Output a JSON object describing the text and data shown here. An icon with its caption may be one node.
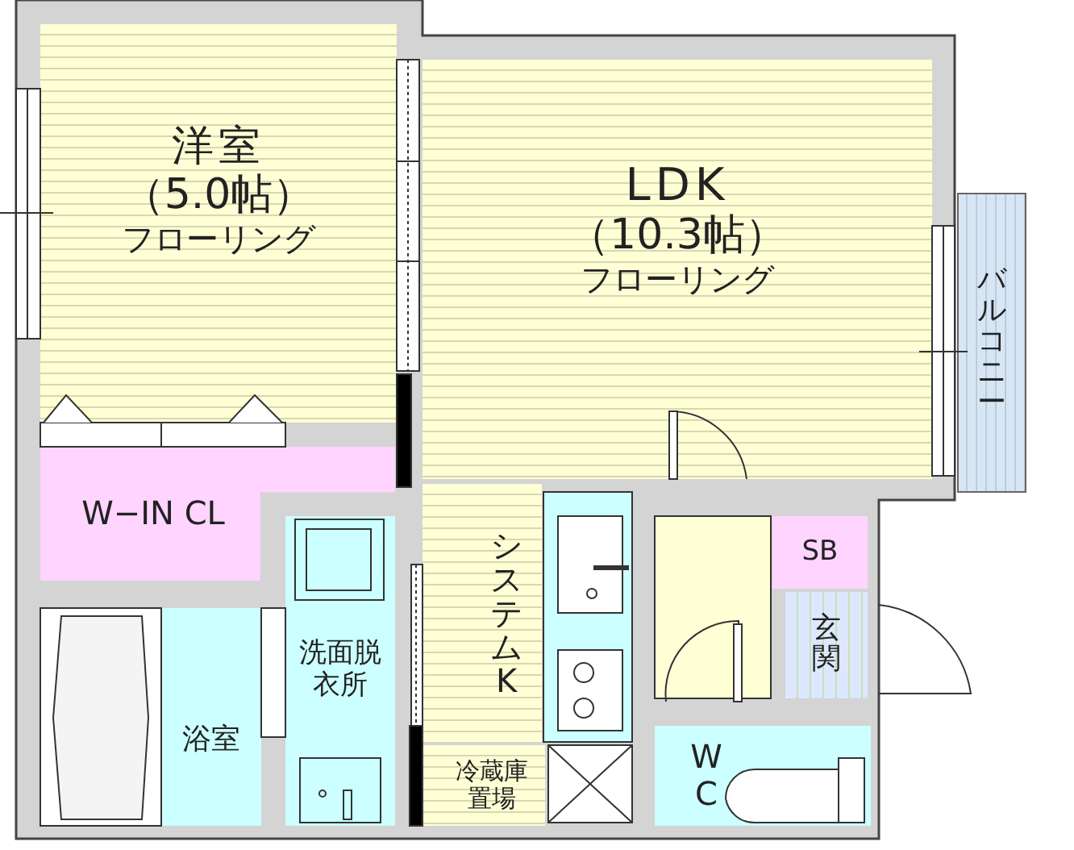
{
  "diagram": {
    "nodes": [
      {
        "text": [
          "洋室",
          "（5.0帖）",
          "フローリング"
        ]
      },
      {
        "text": [
          "LDK",
          "（10.3帖）",
          "フローリング"
        ]
      },
      {
        "text": [
          "バルコニー"
        ]
      },
      {
        "text": [
          "W−IN CL"
        ]
      },
      {
        "text": [
          "浴室"
        ]
      },
      {
        "text": [
          "洗面脱衣所"
        ]
      },
      {
        "text": [
          "システムK"
        ]
      },
      {
        "text": [
          "冷蔵庫置場"
        ]
      },
      {
        "text": [
          "SB"
        ]
      },
      {
        "text": [
          "玄関"
        ]
      },
      {
        "text": [
          "WC"
        ]
      }
    ]
  }
}
